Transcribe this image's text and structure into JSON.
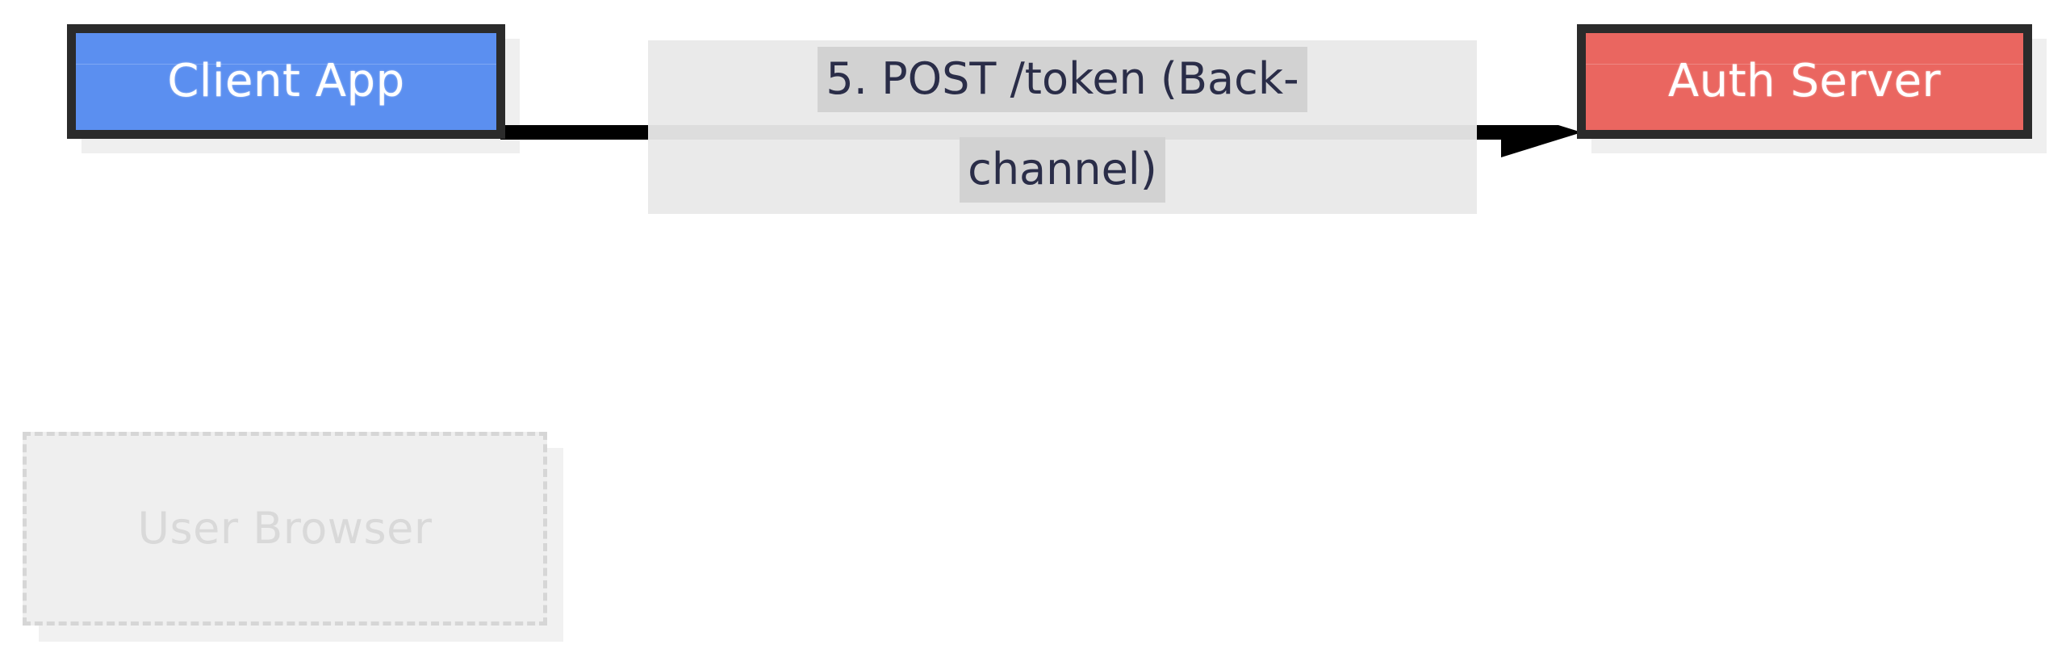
{
  "diagram": {
    "title": "OAuth back-channel token exchange step",
    "background": "#ffffff",
    "nodes": [
      {
        "id": "client-app",
        "label": "Client App",
        "fill": "#5b8ff0",
        "border": "#2b2b2b",
        "text_color": "#ffffff",
        "state": "active"
      },
      {
        "id": "auth-server",
        "label": "Auth Server",
        "fill": "#ea6660",
        "border": "#2b2b2b",
        "text_color": "#ffffff",
        "state": "active"
      },
      {
        "id": "user-browser",
        "label": "User Browser",
        "fill": "#efefef",
        "border": "#d6d6d6",
        "text_color": "#d9d9d9",
        "state": "inactive"
      }
    ],
    "edges": [
      {
        "id": "client-to-auth",
        "from": "client-app",
        "to": "auth-server",
        "direction": "right",
        "color": "#000000",
        "label_lines": [
          "5. POST /token (Back-",
          "channel)"
        ],
        "label_text": "5. POST /token (Back-channel)",
        "label_bg": "#e9e9e9",
        "label_highlight_bg": "#d2d2d2",
        "label_text_color": "#2a2d48"
      }
    ]
  }
}
